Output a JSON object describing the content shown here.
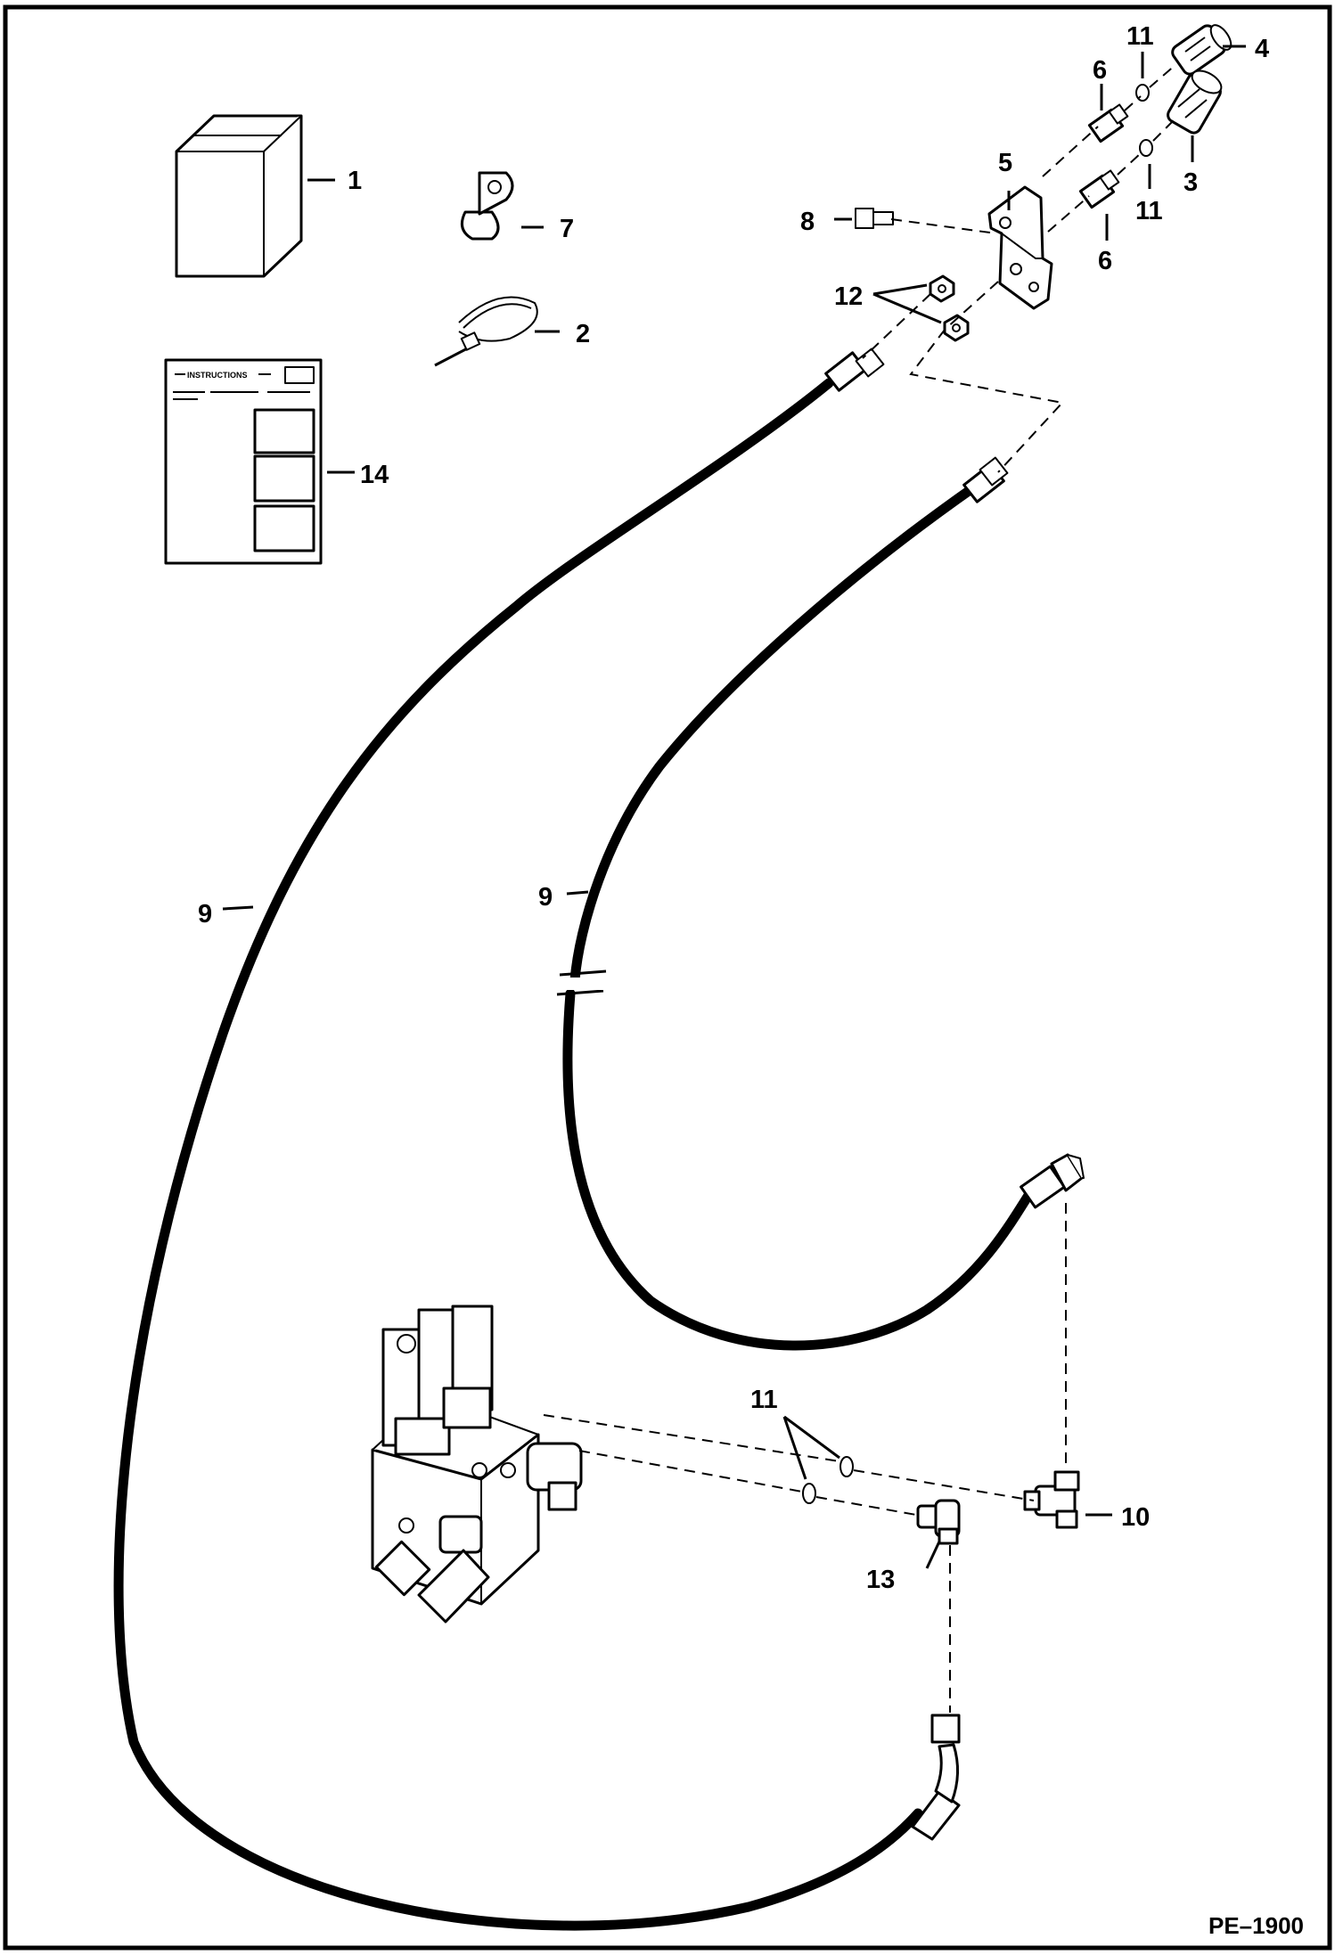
{
  "diagram": {
    "callouts": {
      "c1": "1",
      "c2": "2",
      "c3": "3",
      "c4": "4",
      "c5": "5",
      "c6a": "6",
      "c6b": "6",
      "c7": "7",
      "c8": "8",
      "c9a": "9",
      "c9b": "9",
      "c10": "10",
      "c11a": "11",
      "c11b": "11",
      "c11c": "11",
      "c12": "12",
      "c13": "13",
      "c14": "14"
    },
    "instructions_heading": "INSTRUCTIONS",
    "document_id": "PE–1900"
  }
}
